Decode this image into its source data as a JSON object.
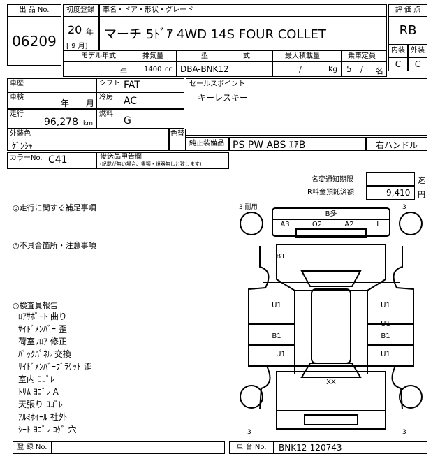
{
  "header": {
    "lot_label": "出 品 No.",
    "lot_no": "06209",
    "first_reg_label": "初度登録",
    "name_label": "車名・ドア・形状・グレード",
    "year": "20",
    "year_unit": "年",
    "month": "[ 9 月]",
    "car_name": "マーチ 5ﾄﾞｱ 4WD 14S FOUR COLLET",
    "grade_label": "評 価 点",
    "grade": "RB",
    "interior_label": "内装",
    "exterior_label": "外装",
    "interior_grade": "C",
    "exterior_grade": "C"
  },
  "specs": {
    "model_year_label": "モデル年式",
    "model_year_unit": "年",
    "displacement_label": "排気量",
    "displacement": "1400",
    "displacement_unit": "cc",
    "type_label": "型",
    "type_label2": "式",
    "type": "DBA-BNK12",
    "max_load_label": "最大積載量",
    "max_load": "/",
    "max_load_unit": "Kg",
    "capacity_label": "乗車定員",
    "capacity": "5",
    "capacity_sep": "/",
    "capacity_unit": "名"
  },
  "details": {
    "history_label": "車歴",
    "shift_label": "シフト",
    "shift": "FAT",
    "inspection_label": "車検",
    "inspection_year_unit": "年",
    "inspection_month_unit": "月",
    "aircon_label": "冷房",
    "aircon": "AC",
    "mileage_label": "走行",
    "mileage": "96,278",
    "mileage_unit": "km",
    "fuel_label": "燃料",
    "fuel": "G",
    "sales_point_label": "セールスポイント",
    "sales_point": "キーレスキー",
    "ext_color_label": "外装色",
    "ext_color": "ｹﾞﾝｼｬ",
    "color_change_label": "色替",
    "equipment_label": "純正装備品",
    "equipment": "PS PW ABS ｴｱB",
    "steering": "右ハンドル",
    "color_no_label": "カラーNo.",
    "color_no": "C41",
    "aftermarket_label": "後送品申告欄",
    "aftermarket_note": "(記載が無い場合、書類・镜器無しと致します)",
    "name_change_label": "名変通知期限",
    "name_change_unit": "迄",
    "recycle_label": "R料金預託済額",
    "recycle_amount": "9,410",
    "recycle_unit": "円"
  },
  "remarks": {
    "driving_label": "◎走行に関する補足事項",
    "defects_label": "◎不具合箇所・注意事項",
    "inspector_label": "◎検査員報告",
    "items": [
      "ﾛｱｻﾎﾟｰﾄ 曲り",
      "ｻｲﾄﾞﾒﾝﾊﾞｰ 歪",
      "荷室ﾌﾛｱ 修正",
      "ﾊﾞｯｸﾊﾟﾈﾙ 交換",
      "ｻｲﾄﾞﾒﾝﾊﾞｰﾌﾞﾗｹｯﾄ 歪",
      "室内 ﾖｺﾞﾚ",
      "ﾄﾘﾑ ﾖｺﾞﾚ A",
      "天張り ﾖｺﾞﾚ",
      "ｱﾙﾐﾎｲｰﾙ 社外",
      "ｼｰﾄ ﾖｺﾞﾚ ｺｹﾞ 穴"
    ]
  },
  "diagram": {
    "tire_tl": "3 耐用",
    "tire_tr": "3",
    "tire_bl": "3",
    "tire_br": "3",
    "bumper_rear": "B多",
    "rear_left": "A3",
    "rear_center": "O2",
    "rear_right": "A2",
    "rear_far_right": "L",
    "left_rear_fender": "B1",
    "left_rear_door": "U1",
    "left_front_door": "B1",
    "left_front_fender": "U1",
    "right_rear_door_1": "U1",
    "right_rear_door_2": "U1",
    "right_front_door": "B1",
    "right_front_fender": "U1",
    "front_bumper": "XX"
  },
  "footer": {
    "reg_label": "登 録 No.",
    "chassis_label": "車 台 No.",
    "chassis": "BNK12-120743"
  }
}
